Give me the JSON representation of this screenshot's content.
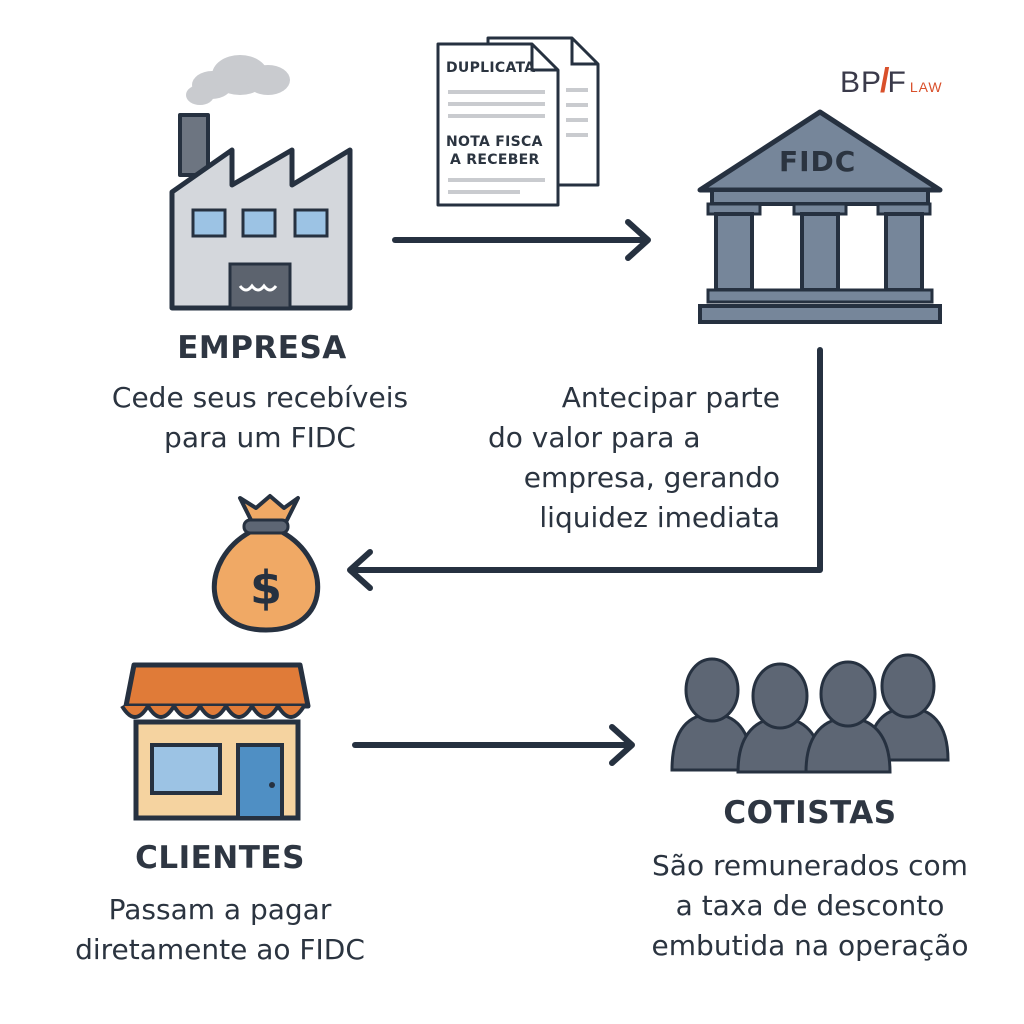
{
  "logo": {
    "text_bp": "BP",
    "text_slash": "/",
    "text_f": "F",
    "text_law": "LAW"
  },
  "documents": {
    "front_line1": "DUPLICATA",
    "front_line2": "NOTA FISCA",
    "front_line3": "A RECEBER"
  },
  "fidc": {
    "label": "FIDC"
  },
  "empresa": {
    "title": "EMPRESA",
    "caption_line1": "Cede seus recebíveis",
    "caption_line2": "para um FIDC"
  },
  "antecipar": {
    "line1": "Antecipar parte",
    "line2": "do valor para a",
    "line3": "empresa, gerando",
    "line4": "liquidez imediata"
  },
  "clientes": {
    "title": "CLIENTES",
    "caption_line1": "Passam a pagar",
    "caption_line2": "diretamente ao FIDC"
  },
  "cotistas": {
    "title": "COTISTAS",
    "caption_line1": "São remunerados com",
    "caption_line2": "a taxa de desconto",
    "caption_line3": "embutida na operação"
  },
  "colors": {
    "stroke": "#263140",
    "factory_wall": "#d4d7dc",
    "window": "#9cc3e4",
    "bank": "#76869a",
    "bag": "#f0a965",
    "awning": "#e07b38",
    "shop_wall": "#f5d3a0",
    "door": "#4f8fc4",
    "people": "#5d6674",
    "smoke": "#c9cbcf",
    "accent": "#d9502b"
  }
}
